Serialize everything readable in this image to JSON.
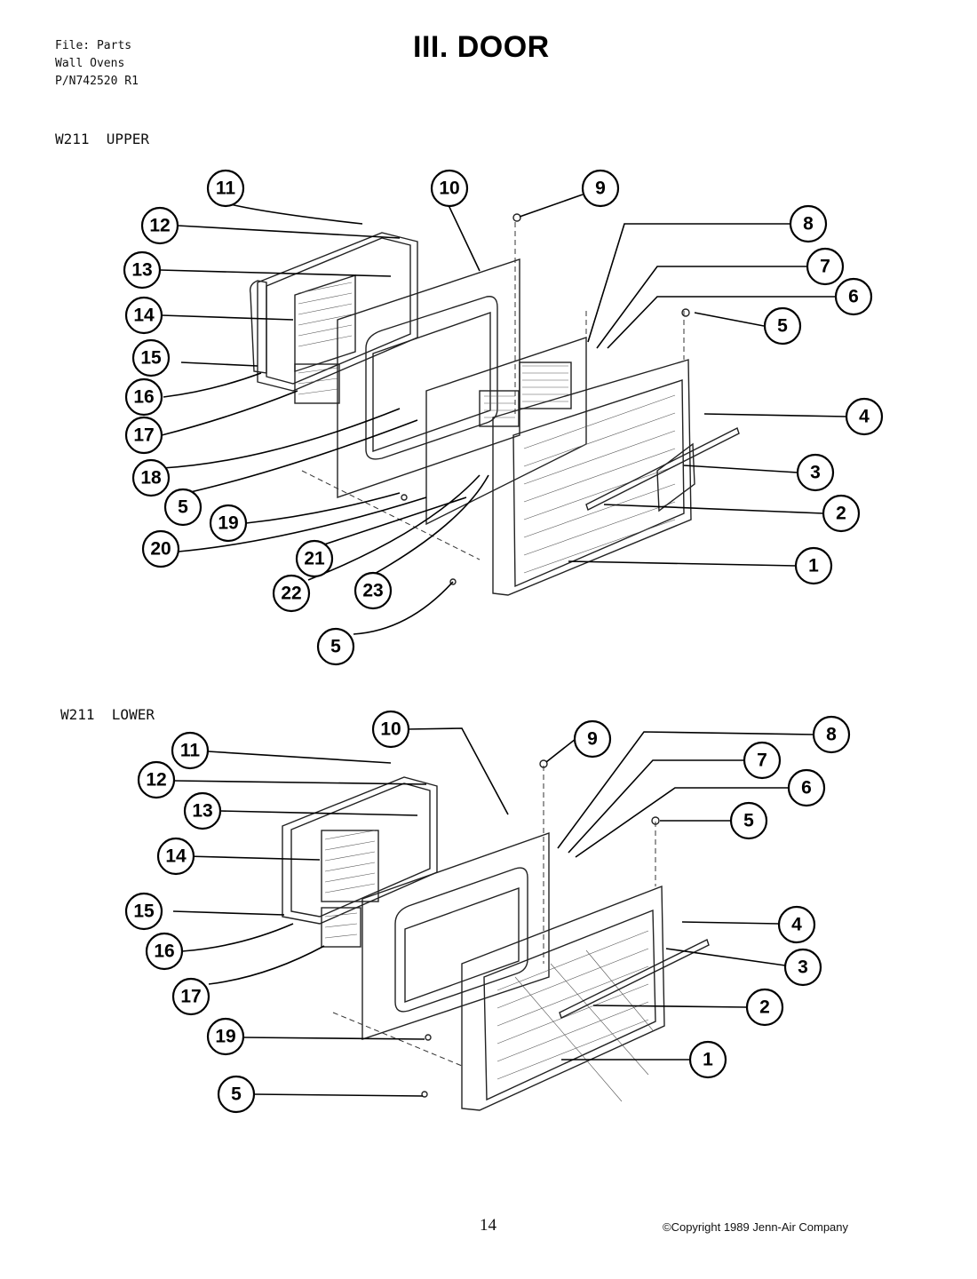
{
  "header": {
    "file_lines": [
      "File: Parts",
      "Wall Ovens",
      "P/N742520 R1"
    ],
    "title": "III. DOOR"
  },
  "sections": [
    {
      "label": "W211  UPPER",
      "callouts": [
        "11",
        "10",
        "9",
        "12",
        "8",
        "13",
        "7",
        "6",
        "14",
        "5",
        "15",
        "16",
        "4",
        "17",
        "3",
        "18",
        "5",
        "2",
        "19",
        "20",
        "21",
        "1",
        "22",
        "23",
        "5"
      ]
    },
    {
      "label": "W211  LOWER",
      "callouts": [
        "10",
        "9",
        "8",
        "11",
        "7",
        "12",
        "6",
        "13",
        "5",
        "14",
        "4",
        "15",
        "16",
        "3",
        "17",
        "2",
        "19",
        "1",
        "5"
      ]
    }
  ],
  "footer": {
    "page_number": "14",
    "copyright": "©Copyright 1989 Jenn-Air Company"
  }
}
